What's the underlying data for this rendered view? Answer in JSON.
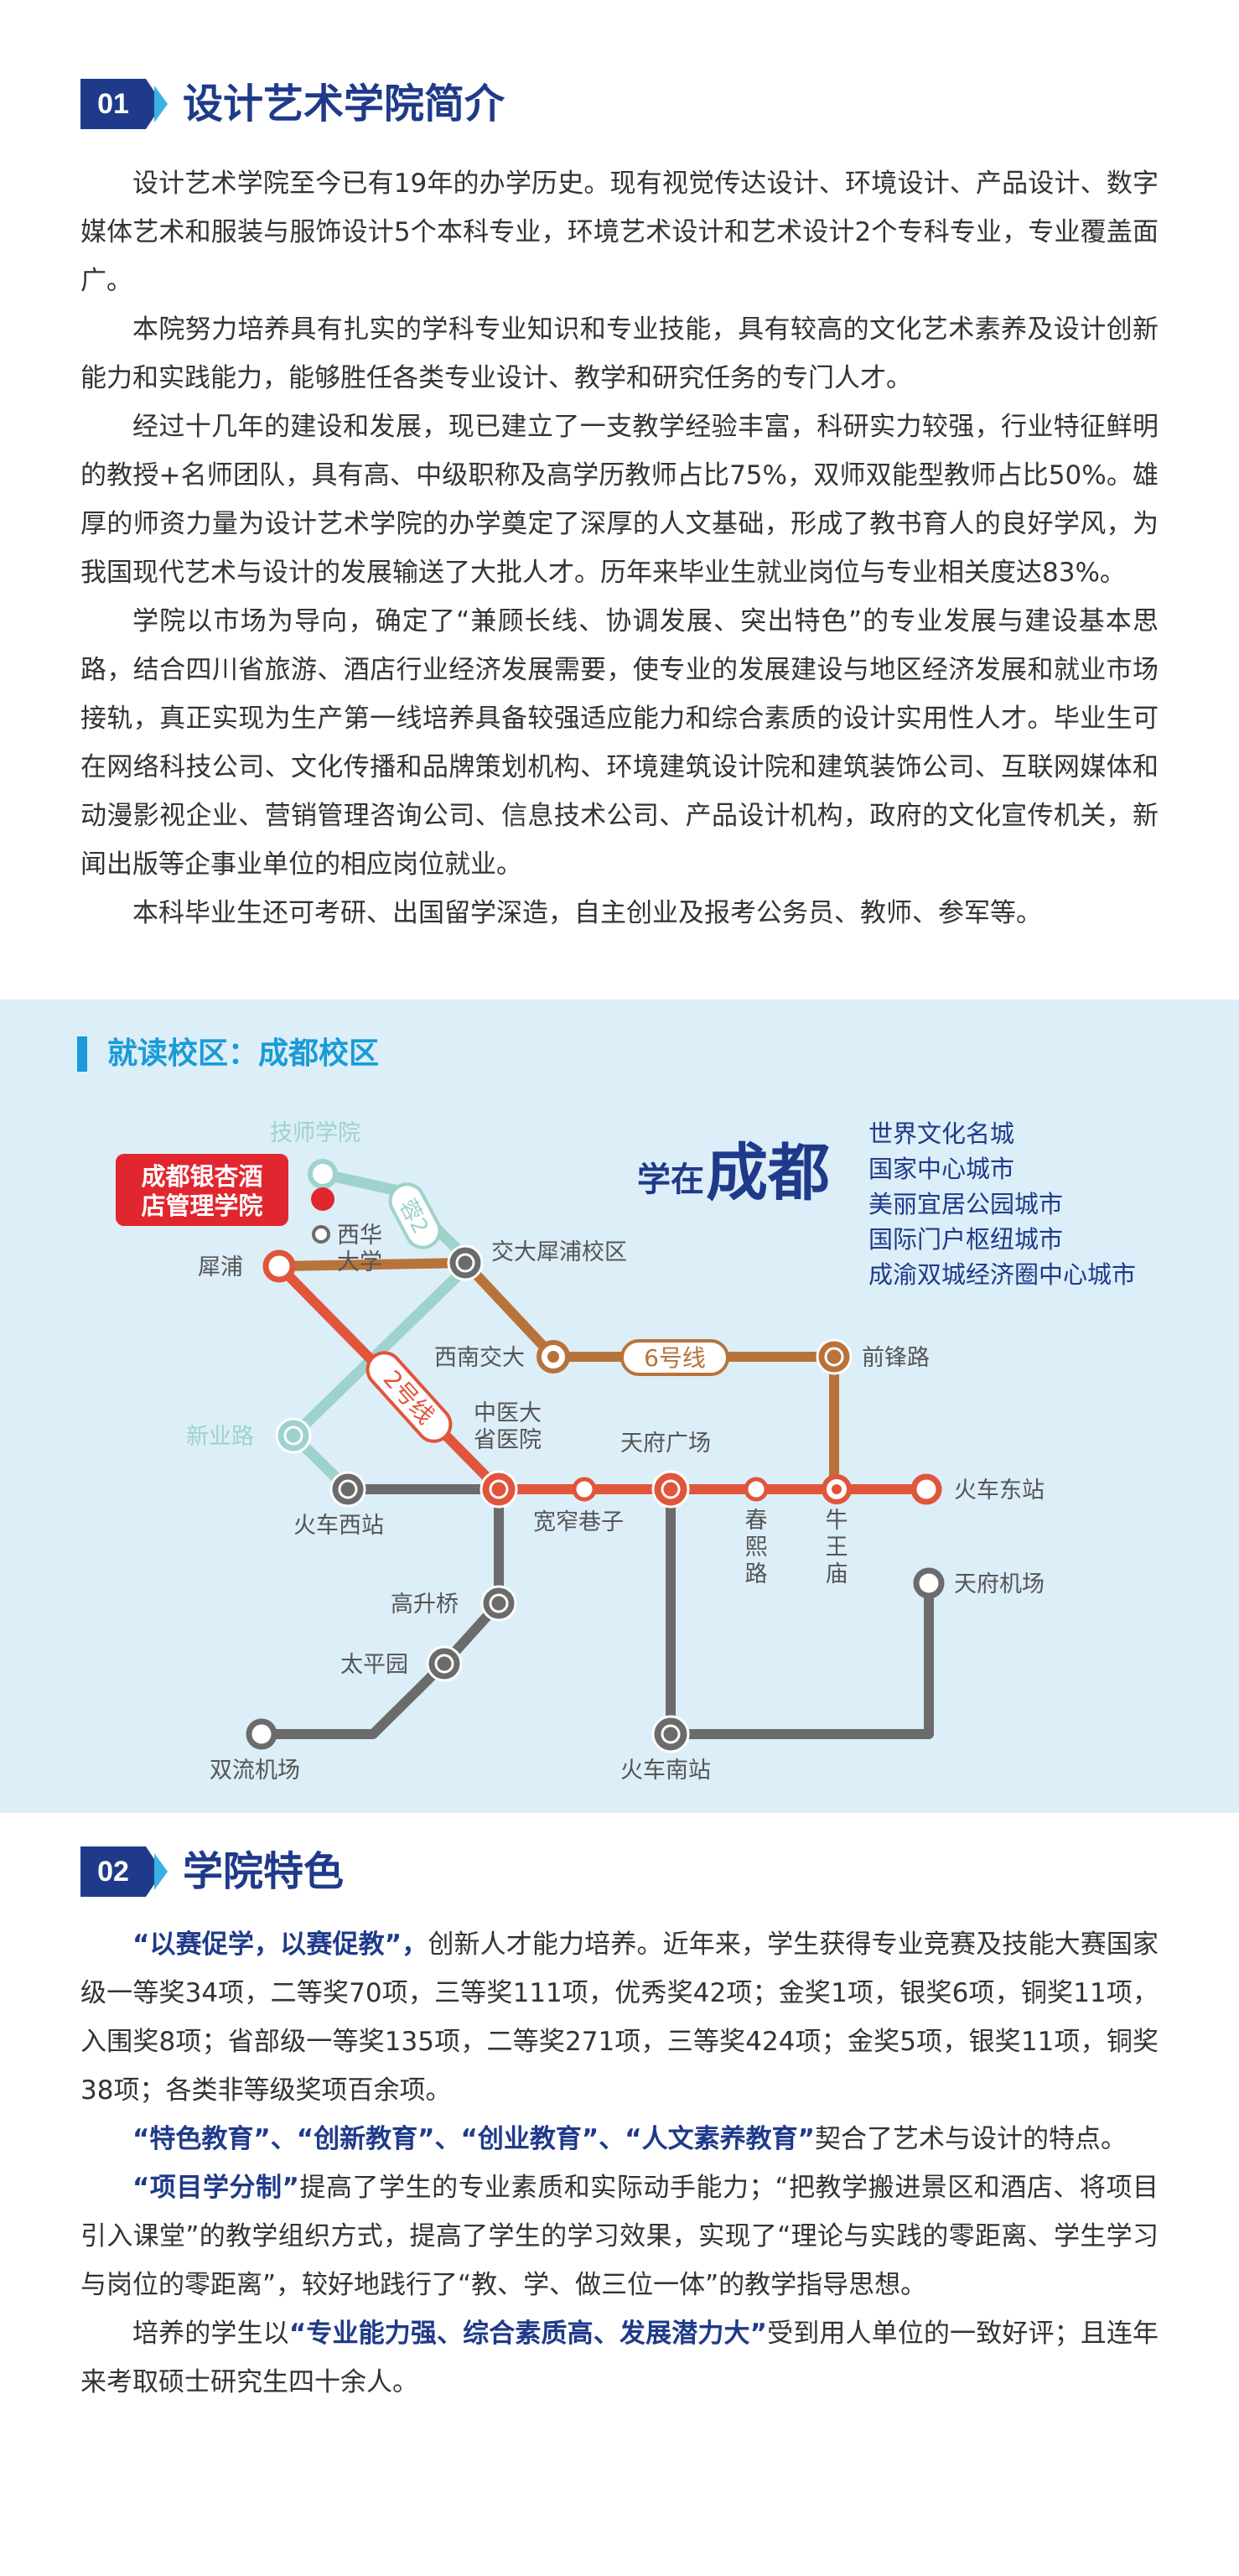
{
  "section1": {
    "number": "01",
    "title": "设计艺术学院简介",
    "paragraphs": [
      "设计艺术学院至今已有19年的办学历史。现有视觉传达设计、环境设计、产品设计、数字媒体艺术和服装与服饰设计5个本科专业，环境艺术设计和艺术设计2个专科专业，专业覆盖面广。",
      "本院努力培养具有扎实的学科专业知识和专业技能，具有较高的文化艺术素养及设计创新能力和实践能力，能够胜任各类专业设计、教学和研究任务的专门人才。",
      "经过十几年的建设和发展，现已建立了一支教学经验丰富，科研实力较强，行业特征鲜明的教授+名师团队，具有高、中级职称及高学历教师占比75%，双师双能型教师占比50%。雄厚的师资力量为设计艺术学院的办学奠定了深厚的人文基础，形成了教书育人的良好学风，为我国现代艺术与设计的发展输送了大批人才。历年来毕业生就业岗位与专业相关度达83%。",
      "学院以市场为导向，确定了“兼顾长线、协调发展、突出特色”的专业发展与建设基本思路，结合四川省旅游、酒店行业经济发展需要，使专业的发展建设与地区经济发展和就业市场接轨，真正实现为生产第一线培养具备较强适应能力和综合素质的设计实用性人才。毕业生可在网络科技公司、文化传播和品牌策划机构、环境建筑设计院和建筑装饰公司、互联网媒体和动漫影视企业、营销管理咨询公司、信息技术公司、产品设计机构，政府的文化宣传机关，新闻出版等企事业单位的相应岗位就业。",
      "本科毕业生还可考研、出国留学深造，自主创业及报考公务员、教师、参军等。"
    ]
  },
  "campus": {
    "title": "就读校区：成都校区",
    "slogan_prefix": "学在",
    "slogan_city": "成都",
    "city_tags": [
      "世界文化名城",
      "国家中心城市",
      "美丽宜居公园城市",
      "国际门户枢纽城市",
      "成渝双城经济圈中心城市"
    ],
    "school_label": [
      "成都银杏酒",
      "店管理学院"
    ],
    "line_labels": {
      "line2": "2号线",
      "line6": "6号线",
      "teal": "蓉2"
    },
    "stations": {
      "jishi": "技师学院",
      "xihua": [
        "西华",
        "大学"
      ],
      "xipu": "犀浦",
      "jiaoda": "交大犀浦校区",
      "xinan": "西南交大",
      "qianfeng": "前锋路",
      "xinye": "新业路",
      "huochexi": "火车西站",
      "zhongyi": [
        "中医大",
        "省医院"
      ],
      "kuanzhai": "宽窄巷子",
      "tianfu": "天府广场",
      "chunxi": [
        "春",
        "熙",
        "路"
      ],
      "niuwang": [
        "牛",
        "王",
        "庙"
      ],
      "huochedong": "火车东站",
      "tianfujichang": "天府机场",
      "gaosheng": "高升桥",
      "taiping": "太平园",
      "shuangliu": "双流机场",
      "huochenan": "火车南站"
    },
    "colors": {
      "line2": "#e0553b",
      "line6": "#b8733a",
      "teal": "#9dd3cc",
      "gray": "#6b6b6b",
      "school": "#e1262f",
      "accent": "#1a9bd7"
    }
  },
  "section2": {
    "number": "02",
    "title": "学院特色",
    "p1": {
      "bold": "“以赛促学，以赛促教”，",
      "text": "创新人才能力培养。近年来，学生获得专业竞赛及技能大赛国家级一等奖34项，二等奖70项，三等奖111项，优秀奖42项；金奖1项，银奖6项，铜奖11项，入围奖8项；省部级一等奖135项，二等奖271项，三等奖424项；金奖5项，银奖11项，铜奖38项；各类非等级奖项百余项。"
    },
    "p2": {
      "bold": "“特色教育”、“创新教育”、“创业教育”、“人文素养教育”",
      "text": "契合了艺术与设计的特点。"
    },
    "p3": {
      "bold": "“项目学分制”",
      "text": "提高了学生的专业素质和实际动手能力；“把教学搬进景区和酒店、将项目引入课堂”的教学组织方式，提高了学生的学习效果，实现了“理论与实践的零距离、学生学习与岗位的零距离”，较好地践行了“教、学、做三位一体”的教学指导思想。"
    },
    "p4": {
      "pre": "培养的学生以",
      "bold": "“专业能力强、综合素质高、发展潜力大”",
      "text": "受到用人单位的一致好评；且连年来考取硕士研究生四十余人。"
    }
  }
}
